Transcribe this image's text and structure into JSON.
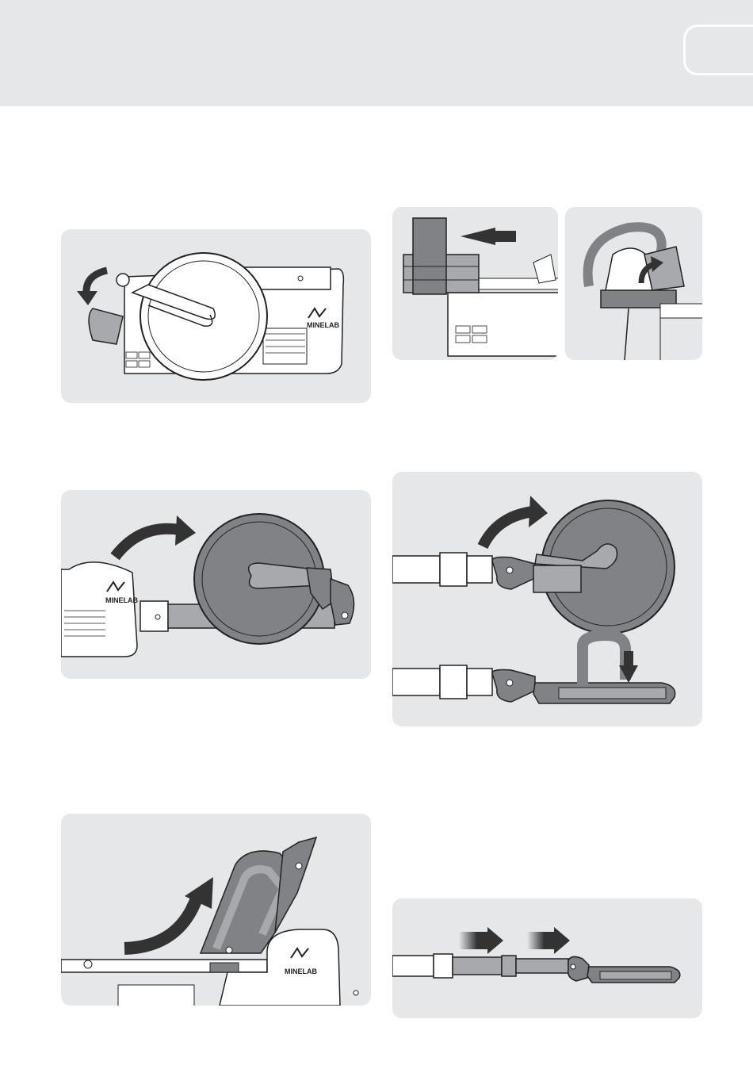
{
  "brand": {
    "logo_text": "MINELAB"
  },
  "colors": {
    "page_background": "#ffffff",
    "header_band": "#e6e7e8",
    "panel_background": "#e6e7e8",
    "part_dark": "#808285",
    "part_mid": "#a7a9ac",
    "arrow": "#333333",
    "outline": "#222222"
  },
  "illustrations": [
    {
      "id": "step-1",
      "depicts": "detector-folded-handle-rotate"
    },
    {
      "id": "step-2a",
      "depicts": "battery-slide-out"
    },
    {
      "id": "step-2b",
      "depicts": "armrest-strap-release"
    },
    {
      "id": "step-3",
      "depicts": "coil-swing-out"
    },
    {
      "id": "step-4",
      "depicts": "coil-rotate-flat"
    },
    {
      "id": "step-5",
      "depicts": "handle-raise"
    },
    {
      "id": "step-6",
      "depicts": "shaft-extend"
    }
  ],
  "icons": [
    "curved-arrow-icon",
    "straight-arrow-icon",
    "minelab-logo-icon"
  ]
}
